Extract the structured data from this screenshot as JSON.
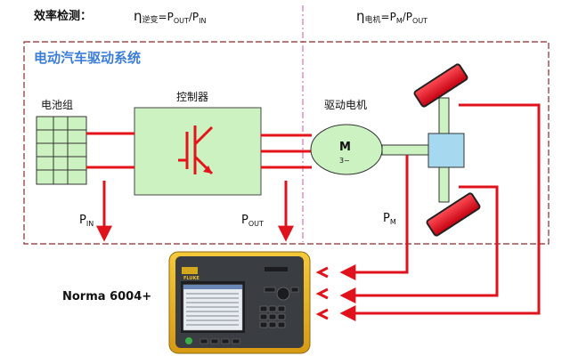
{
  "header": {
    "efficiency_label": "效率检测：",
    "eta_symbol": "η",
    "inverter_sub": "逆变",
    "inverter_eq": "=P",
    "inverter_out": "OUT",
    "inverter_slash": "/P",
    "inverter_in": "IN",
    "motor_sub": "电机",
    "motor_eq": "=P",
    "motor_m": "M",
    "motor_slash": "/P",
    "motor_out": "OUT"
  },
  "system_title": "电动汽车驱动系统",
  "blocks": {
    "battery_label": "电池组",
    "controller_label": "控制器",
    "motor_label": "驱动电机",
    "motor_symbol": "M",
    "motor_phase": "3~"
  },
  "measurements": {
    "p_in": "P",
    "p_in_sub": "IN",
    "p_out": "P",
    "p_out_sub": "OUT",
    "p_m": "P",
    "p_m_sub": "M"
  },
  "instrument": {
    "name": "Norma 6004+",
    "brand": "FLUKE"
  },
  "colors": {
    "block_fill": "#ccf2c2",
    "wire": "#e5141b",
    "arrow": "#e0121b",
    "title_blue": "#3b7dd8",
    "dash_border": "#8b2a2a",
    "hub": "#a6d8f0",
    "instrument_body": "#e9b41a"
  }
}
